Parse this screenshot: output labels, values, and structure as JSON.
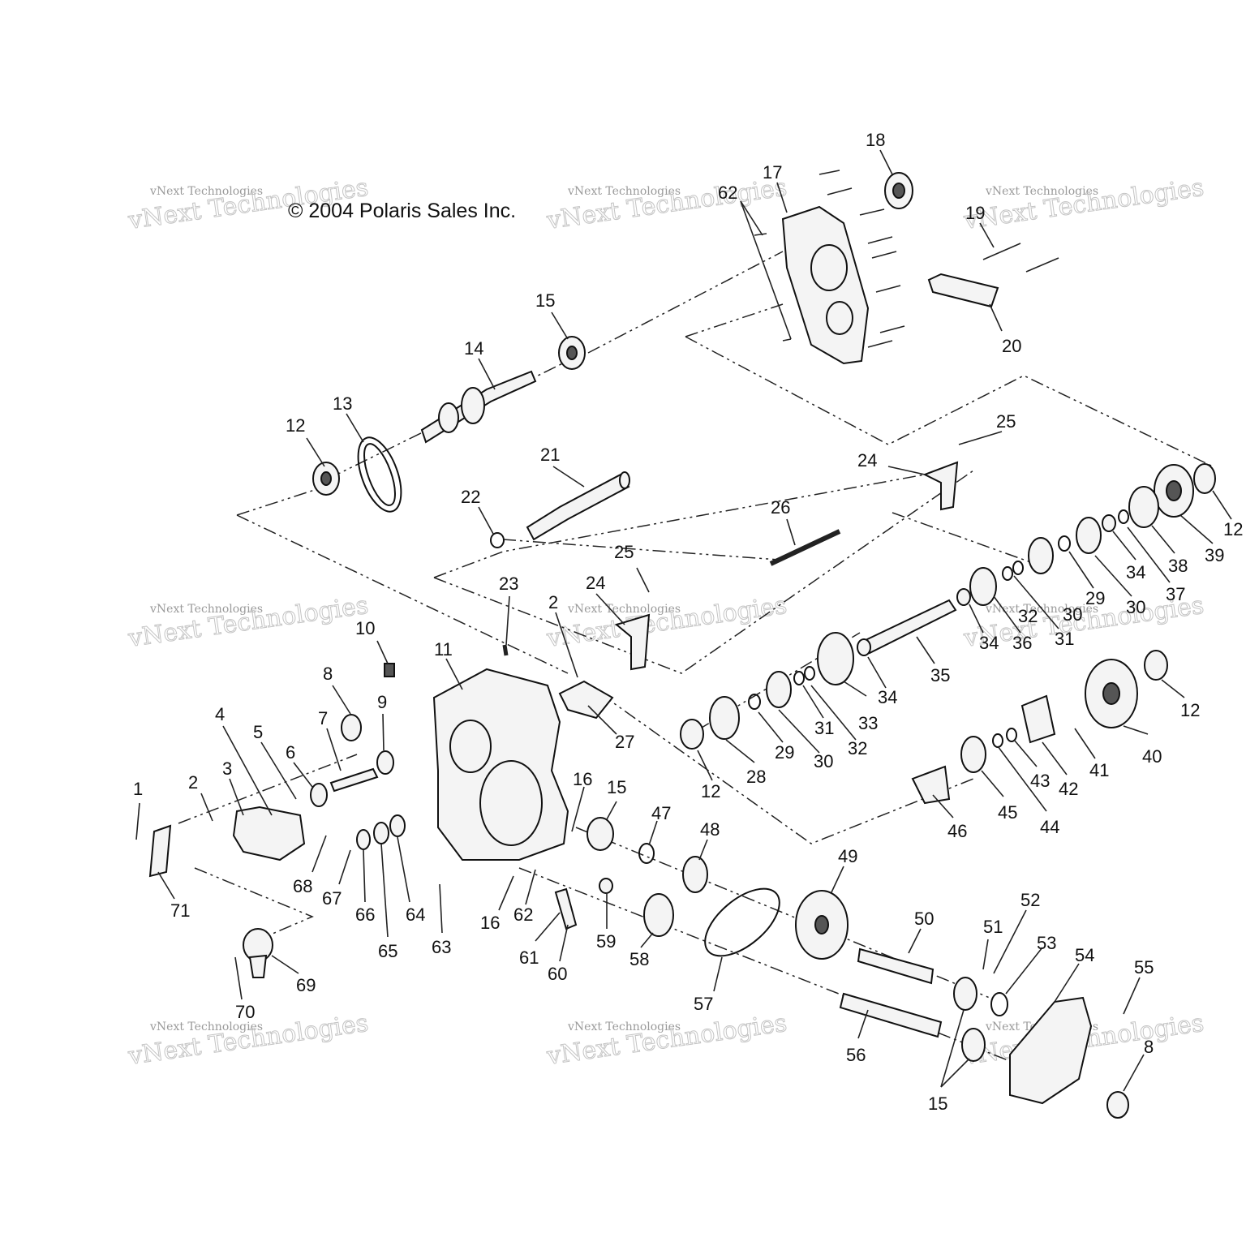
{
  "copyright": "© 2004 Polaris Sales Inc.",
  "watermark": {
    "line1": "vNext Technologies",
    "line2": "vNext Technologies"
  },
  "callouts": [
    {
      "n": "1"
    },
    {
      "n": "2"
    },
    {
      "n": "3"
    },
    {
      "n": "4"
    },
    {
      "n": "5"
    },
    {
      "n": "6"
    },
    {
      "n": "7"
    },
    {
      "n": "8"
    },
    {
      "n": "9"
    },
    {
      "n": "10"
    },
    {
      "n": "11"
    },
    {
      "n": "12"
    },
    {
      "n": "13"
    },
    {
      "n": "14"
    },
    {
      "n": "15"
    },
    {
      "n": "16"
    },
    {
      "n": "17"
    },
    {
      "n": "18"
    },
    {
      "n": "19"
    },
    {
      "n": "20"
    },
    {
      "n": "21"
    },
    {
      "n": "22"
    },
    {
      "n": "23"
    },
    {
      "n": "24"
    },
    {
      "n": "25"
    },
    {
      "n": "26"
    },
    {
      "n": "27"
    },
    {
      "n": "28"
    },
    {
      "n": "29"
    },
    {
      "n": "30"
    },
    {
      "n": "31"
    },
    {
      "n": "32"
    },
    {
      "n": "33"
    },
    {
      "n": "34"
    },
    {
      "n": "35"
    },
    {
      "n": "36"
    },
    {
      "n": "37"
    },
    {
      "n": "38"
    },
    {
      "n": "39"
    },
    {
      "n": "40"
    },
    {
      "n": "41"
    },
    {
      "n": "42"
    },
    {
      "n": "43"
    },
    {
      "n": "44"
    },
    {
      "n": "45"
    },
    {
      "n": "46"
    },
    {
      "n": "47"
    },
    {
      "n": "48"
    },
    {
      "n": "49"
    },
    {
      "n": "50"
    },
    {
      "n": "51"
    },
    {
      "n": "52"
    },
    {
      "n": "53"
    },
    {
      "n": "54"
    },
    {
      "n": "55"
    },
    {
      "n": "56"
    },
    {
      "n": "57"
    },
    {
      "n": "58"
    },
    {
      "n": "59"
    },
    {
      "n": "60"
    },
    {
      "n": "61"
    },
    {
      "n": "62"
    },
    {
      "n": "63"
    },
    {
      "n": "64"
    },
    {
      "n": "65"
    },
    {
      "n": "66"
    },
    {
      "n": "67"
    },
    {
      "n": "68"
    },
    {
      "n": "69"
    },
    {
      "n": "70"
    },
    {
      "n": "71"
    },
    {
      "n": "2"
    },
    {
      "n": "8"
    },
    {
      "n": "12"
    },
    {
      "n": "12"
    },
    {
      "n": "12"
    },
    {
      "n": "12"
    },
    {
      "n": "15"
    },
    {
      "n": "15"
    },
    {
      "n": "16"
    },
    {
      "n": "24"
    },
    {
      "n": "25"
    },
    {
      "n": "29"
    },
    {
      "n": "30"
    },
    {
      "n": "30"
    },
    {
      "n": "31"
    },
    {
      "n": "32"
    },
    {
      "n": "34"
    },
    {
      "n": "34"
    },
    {
      "n": "62"
    }
  ]
}
